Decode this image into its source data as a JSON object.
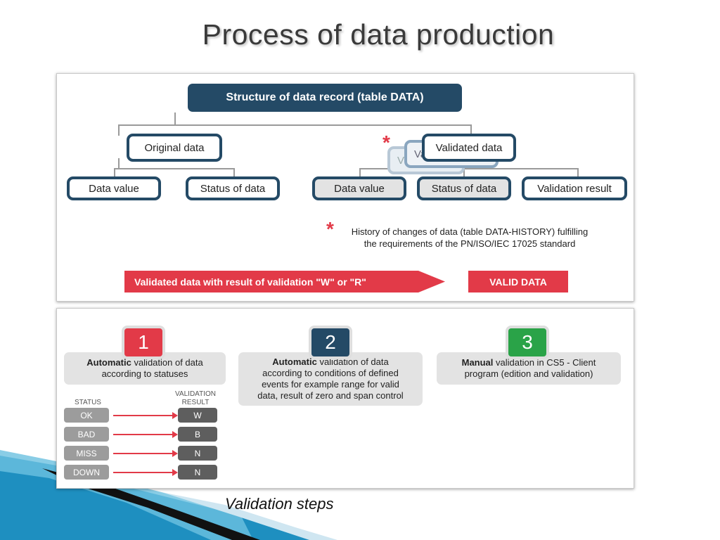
{
  "title": "Process of data production",
  "structure": {
    "root": "Structure of data record (table DATA)",
    "original": "Original data",
    "validated": "Validated data",
    "ghost_front": "Va",
    "ghost_back": "V",
    "original_children": [
      "Data value",
      "Status of data"
    ],
    "validated_children": [
      "Data value",
      "Status of data",
      "Validation result"
    ],
    "asterisk": "*"
  },
  "history_note": {
    "line1": "History of changes of data (table DATA-HISTORY) fulfilling",
    "line2": "the requirements of the PN/ISO/IEC 17025 standard"
  },
  "rule": {
    "condition": "Validated data with result of validation \"W\" or \"R\"",
    "result": "VALID DATA"
  },
  "steps": [
    {
      "number": "1",
      "bold": "Automatic",
      "text_line1": " validation of data",
      "text_line2": "according to statuses",
      "text_line3": "",
      "text_line4": "",
      "color": "#e23a48"
    },
    {
      "number": "2",
      "bold": "Automatic",
      "text_line1": " validation of data",
      "text_line2": "according to conditions of defined",
      "text_line3": "events for example range for valid",
      "text_line4": "data, result of zero and span control",
      "color": "#244a66"
    },
    {
      "number": "3",
      "bold": "Manual",
      "text_line1": " validation in CS5 - Client",
      "text_line2": "program (edition and validation)",
      "text_line3": "",
      "text_line4": "",
      "color": "#2aa348"
    }
  ],
  "status_table": {
    "status_header": "STATUS",
    "result_header_line1": "VALIDATION",
    "result_header_line2": "RESULT",
    "rows": [
      {
        "status": "OK",
        "result": "W"
      },
      {
        "status": "BAD",
        "result": "B"
      },
      {
        "status": "MISS",
        "result": "N"
      },
      {
        "status": "DOWN",
        "result": "N"
      }
    ]
  },
  "caption": "Validation steps",
  "colors": {
    "navy": "#244a66",
    "red": "#e23a48",
    "green": "#2aa348",
    "grey": "#e3e3e3",
    "blue_deco": "#1e8fc0"
  }
}
